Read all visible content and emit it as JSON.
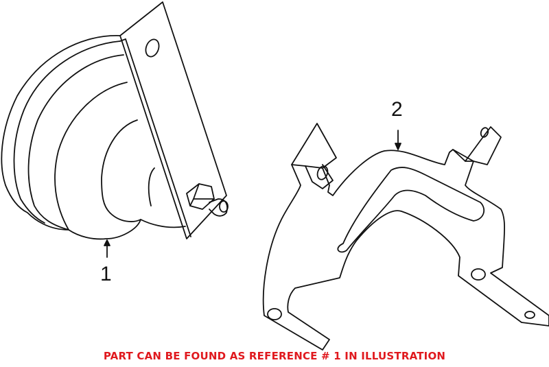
{
  "diagram": {
    "callouts": [
      {
        "id": "1",
        "label": "1",
        "part": "horn"
      },
      {
        "id": "2",
        "label": "2",
        "part": "bracket"
      }
    ],
    "caption": "PART CAN BE FOUND AS REFERENCE # 1 IN ILLUSTRATION",
    "colors": {
      "line": "#111111",
      "caption": "#e0191e",
      "background": "#ffffff"
    }
  }
}
